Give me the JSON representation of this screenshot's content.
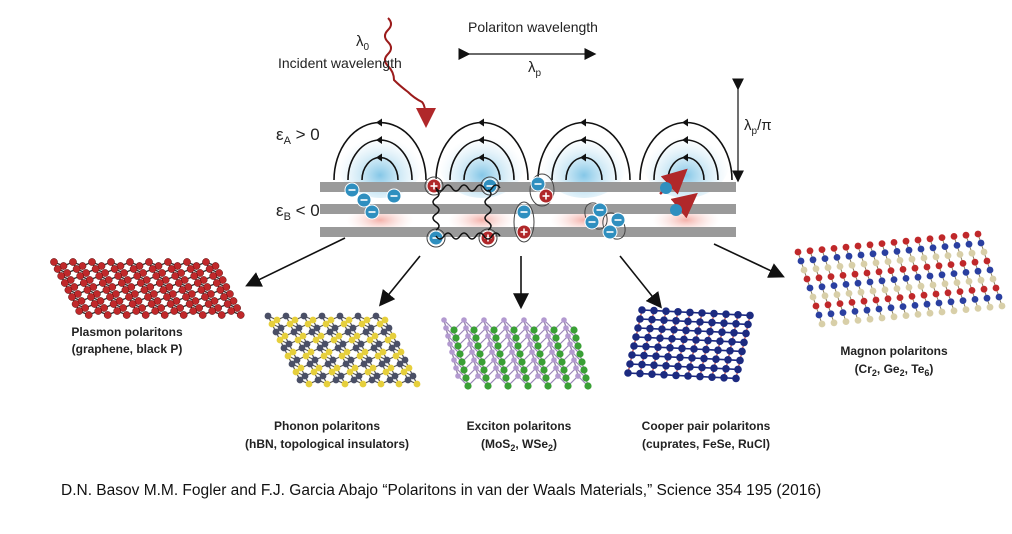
{
  "diagram": {
    "incident": {
      "symbol": "λ",
      "symbol_sub": "0",
      "text": "Incident wavelength"
    },
    "polariton_wavelength": {
      "text": "Polariton wavelength",
      "symbol": "λ",
      "symbol_sub": "p"
    },
    "height_label": {
      "symbol": "λ",
      "symbol_sub": "p",
      "suffix": "/π"
    },
    "eps_a": {
      "symbol": "ε",
      "sub": "A",
      "rel": " > 0"
    },
    "eps_b": {
      "symbol": "ε",
      "sub": "B",
      "rel": " < 0"
    },
    "materials": [
      {
        "title": "Plasmon polaritons",
        "subtitle": "(graphene, black P)",
        "color": "#c0282a"
      },
      {
        "title": "Phonon polaritons",
        "subtitle": "(hBN, topological insulators)",
        "color": "#e6cf3c"
      },
      {
        "title": "Exciton polaritons",
        "subtitle_parts": [
          "(MoS",
          "2",
          ", WSe",
          "2",
          ")"
        ],
        "color": "#3aa036"
      },
      {
        "title": "Cooper pair polaritons",
        "subtitle": "(cuprates, FeSe, RuCl)",
        "color": "#1c2a80"
      },
      {
        "title": "Magnon polaritons",
        "subtitle_parts": [
          "(Cr",
          "2",
          ", Ge",
          "2",
          ", Te",
          "6",
          ")"
        ],
        "color": "#2a3fa0"
      }
    ]
  },
  "caption": "D.N. Basov M.M. Fogler and F.J. Garcia Abajo “Polaritons in van der Waals Materials,” Science 354 195 (2016)"
}
